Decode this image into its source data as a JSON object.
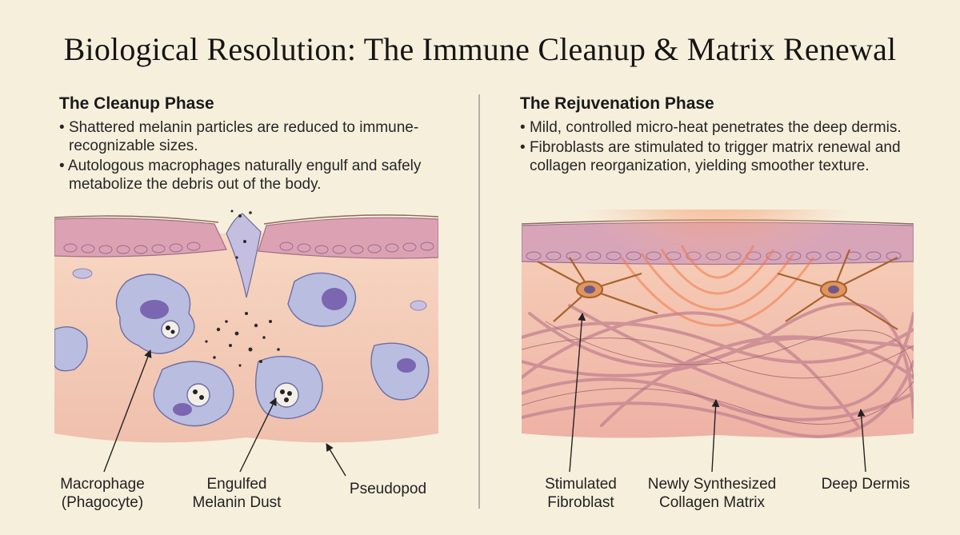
{
  "title": "Biological Resolution: The Immune Cleanup & Matrix Renewal",
  "left_panel": {
    "heading": "The Cleanup Phase",
    "bullets": [
      "Shattered melanin particles are reduced to immune-recognizable sizes.",
      "Autologous macrophages naturally engulf and safely metabolize the debris out of the body."
    ],
    "labels": {
      "macrophage_line1": "Macrophage",
      "macrophage_line2": "(Phagocyte)",
      "dust_line1": "Engulfed",
      "dust_line2": "Melanin Dust",
      "pseudopod": "Pseudopod"
    }
  },
  "right_panel": {
    "heading": "The Rejuvenation Phase",
    "bullets": [
      "Mild, controlled micro-heat penetrates the deep dermis.",
      "Fibroblasts are stimulated to trigger matrix renewal and collagen reorganization, yielding smoother texture."
    ],
    "labels": {
      "fibroblast_line1": "Stimulated",
      "fibroblast_line2": "Fibroblast",
      "collagen_line1": "Newly Synthesized",
      "collagen_line2": "Collagen Matrix",
      "dermis": "Deep Dermis"
    }
  },
  "colors": {
    "background": "#f6efdc",
    "dermis": "#f2c7b3",
    "epidermis": "#d9a3b6",
    "macrophage": "#b3b7dc",
    "nucleus": "#7a65b0",
    "heat": "#f07a4a",
    "fibroblast": "#e0925a",
    "collagen": "#c98a97"
  }
}
